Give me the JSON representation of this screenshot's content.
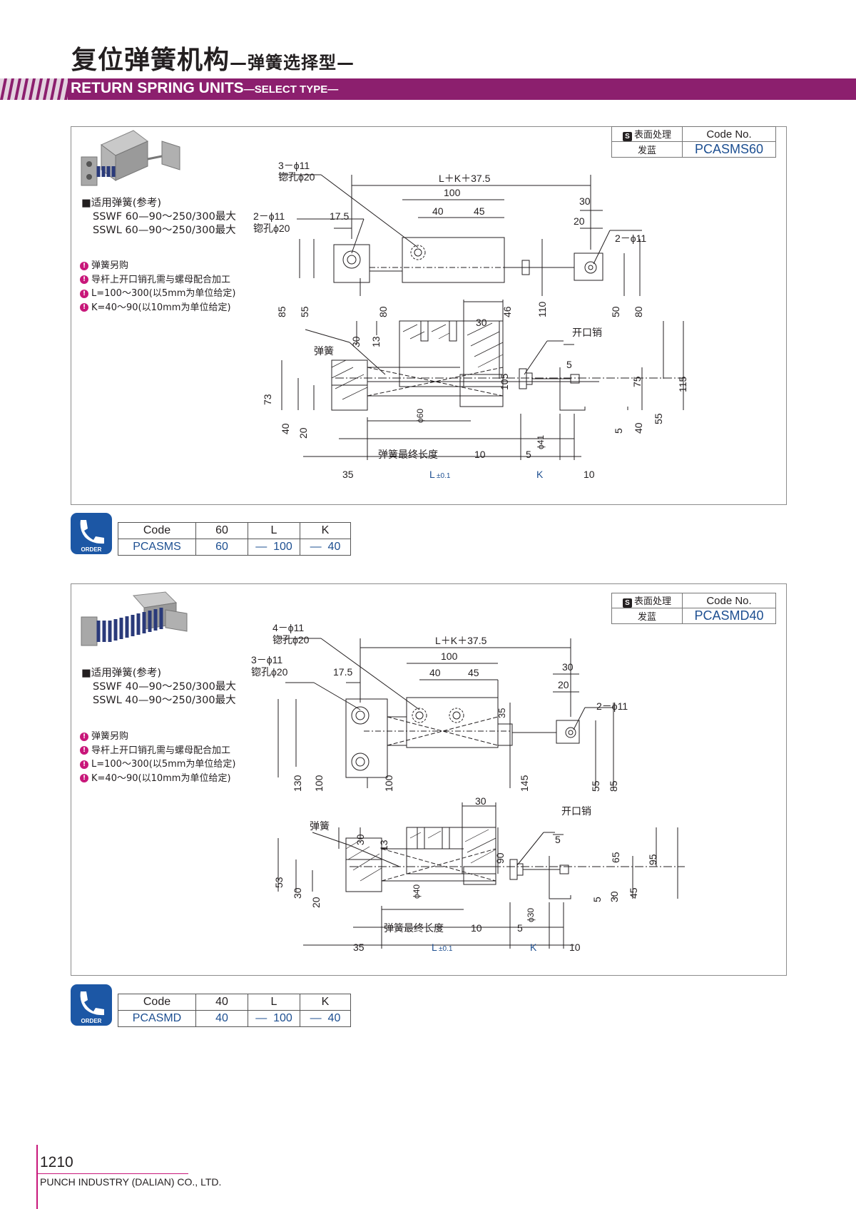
{
  "header": {
    "title_cn": "复位弹簧机构",
    "title_cn_sub": "—弹簧选择型—",
    "title_en": "RETURN SPRING UNITS",
    "title_en_sub": "—SELECT TYPE—"
  },
  "colors": {
    "band": "#8c1f6e",
    "accent": "#c8177a",
    "code_blue": "#1d4f91",
    "order_blue": "#1c57a5"
  },
  "units": [
    {
      "spring_heading": "■适用弹簧(参考)",
      "spring_lines": [
        "SSWF 60—90～250/300最大",
        "SSWL 60—90～250/300最大"
      ],
      "notes": [
        "弹簧另购",
        "导杆上开口销孔需与螺母配合加工",
        "L=100～300(以5mm为单位给定)",
        "K=40～90(以10mm为单位给定)"
      ],
      "surface_header": "表面处理",
      "surface_badge": "S",
      "code_header": "Code No.",
      "surface_value": "发蓝",
      "code_value": "PCASMS60",
      "drawing": {
        "top": {
          "hole_left": "2－ϕ11",
          "hole_left2": "锪孔ϕ20",
          "hole_block": "3－ϕ11",
          "hole_block2": "锪孔ϕ20",
          "hole_right": "2－ϕ11",
          "overall": "L＋K＋37.5",
          "d100": "100",
          "d40": "40",
          "d45": "45",
          "d30": "30",
          "d20": "20",
          "d17_5": "17.5",
          "v85": "85",
          "v55": "55",
          "v80": "80",
          "v46": "46",
          "v110": "110",
          "v50": "50",
          "v80b": "80"
        },
        "side": {
          "spring_label": "弹簧",
          "pin_label": "开口销",
          "d30": "30",
          "v30": "30",
          "v13": "13",
          "v105": "105",
          "v75": "75",
          "v115": "115",
          "v55": "55",
          "v40r": "40",
          "v5r": "5",
          "v73": "73",
          "v40": "40",
          "v20": "20",
          "dia": "ϕ60",
          "dia2": "ϕ41",
          "d5": "5",
          "spring_len": "弹簧最终长度",
          "d10": "10",
          "d5b": "5",
          "d35": "35",
          "dL": "L",
          "tol": "±0.1",
          "dK": "K",
          "d10b": "10"
        }
      },
      "order": {
        "badge": "ORDER",
        "headers": [
          "Code",
          "60",
          "L",
          "K"
        ],
        "values": [
          "PCASMS",
          "60",
          "—",
          "100",
          "—",
          "40"
        ]
      }
    },
    {
      "spring_heading": "■适用弹簧(参考)",
      "spring_lines": [
        "SSWF 40—90～250/300最大",
        "SSWL 40—90～250/300最大"
      ],
      "notes": [
        "弹簧另购",
        "导杆上开口销孔需与螺母配合加工",
        "L=100～300(以5mm为单位给定)",
        "K=40～90(以10mm为单位给定)"
      ],
      "surface_header": "表面处理",
      "surface_badge": "S",
      "code_header": "Code No.",
      "surface_value": "发蓝",
      "code_value": "PCASMD40",
      "drawing": {
        "top": {
          "hole_left": "3－ϕ11",
          "hole_left2": "锪孔ϕ20",
          "hole_block": "4－ϕ11",
          "hole_block2": "锪孔ϕ20",
          "hole_right": "2－ϕ11",
          "overall": "L＋K＋37.5",
          "d100": "100",
          "d40": "40",
          "d45": "45",
          "d30": "30",
          "d20": "20",
          "d17_5": "17.5",
          "d35": "35",
          "v130": "130",
          "v100": "100",
          "v100b": "100",
          "v145": "145",
          "v55": "55",
          "v85": "85"
        },
        "side": {
          "spring_label": "弹簧",
          "pin_label": "开口销",
          "d30": "30",
          "v30": "30",
          "v13": "13",
          "v90": "90",
          "v65": "65",
          "v95": "95",
          "v45": "45",
          "v30r": "30",
          "v5r": "5",
          "v53": "53",
          "v30l": "30",
          "v20": "20",
          "dia": "ϕ40",
          "dia2": "ϕ30",
          "d5": "5",
          "spring_len": "弹簧最终长度",
          "d10": "10",
          "d5b": "5",
          "d35": "35",
          "dL": "L",
          "tol": "±0.1",
          "dK": "K",
          "d10b": "10"
        }
      },
      "order": {
        "badge": "ORDER",
        "headers": [
          "Code",
          "40",
          "L",
          "K"
        ],
        "values": [
          "PCASMD",
          "40",
          "—",
          "100",
          "—",
          "40"
        ]
      }
    }
  ],
  "footer": {
    "page": "1210",
    "company": "PUNCH INDUSTRY (DALIAN) CO., LTD."
  }
}
